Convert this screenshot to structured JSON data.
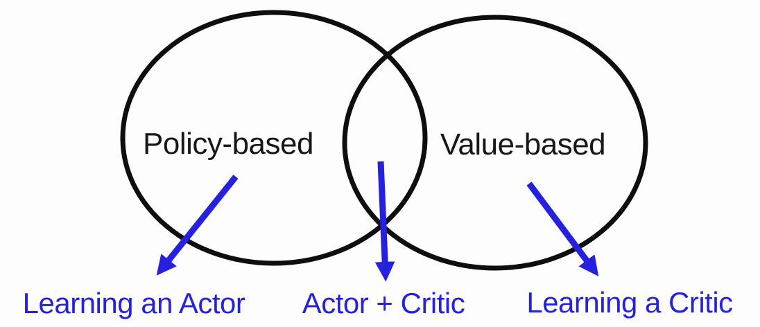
{
  "diagram": {
    "type": "venn",
    "sets": [
      {
        "label": "Policy-based"
      },
      {
        "label": "Value-based"
      }
    ],
    "callouts": [
      {
        "label": "Learning an Actor",
        "arrow_from": "Policy-based"
      },
      {
        "label": "Actor + Critic",
        "arrow_from": "intersection"
      },
      {
        "label": "Learning a Critic",
        "arrow_from": "Value-based"
      }
    ],
    "colors": {
      "background": "#fdfdfd",
      "circle_stroke": "#0e0e0e",
      "set_label": "#17171a",
      "callout": "#2621de"
    }
  }
}
